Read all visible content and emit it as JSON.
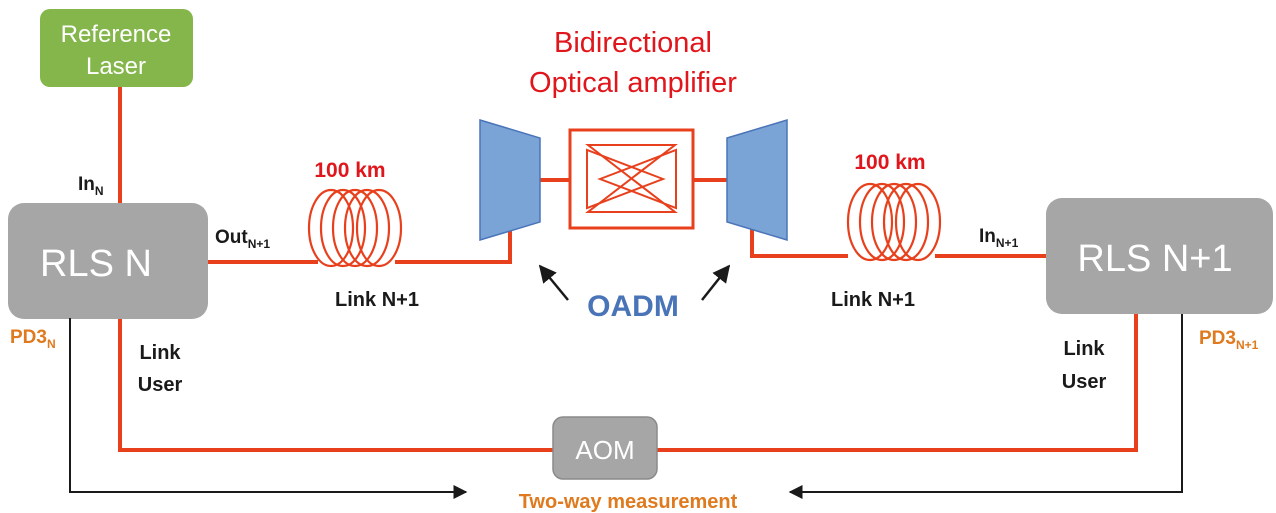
{
  "colors": {
    "fiber": "#e8401c",
    "rls_box": "#a6a6a6",
    "laser_box": "#84b64b",
    "oadm_blue": "#7aa3d6",
    "title_red": "#e0161c",
    "oadm_text": "#4a74b8",
    "pd_orange": "#e07a1e",
    "arrow": "#1a1a1a"
  },
  "reference_laser": {
    "line1": "Reference",
    "line2": "Laser"
  },
  "title": {
    "line1": "Bidirectional",
    "line2": "Optical amplifier"
  },
  "rls_n": {
    "label": "RLS N"
  },
  "rls_n1": {
    "label": "RLS N+1"
  },
  "aom": {
    "label": "AOM"
  },
  "oadm": {
    "label": "OADM"
  },
  "ports": {
    "in_n": {
      "main": "In",
      "sub": "N"
    },
    "out_n1": {
      "main": "Out",
      "sub": "N+1"
    },
    "in_n1": {
      "main": "In",
      "sub": "N+1"
    },
    "pd3_n": {
      "main": "PD3",
      "sub": "N"
    },
    "pd3_n1": {
      "main": "PD3",
      "sub": "N+1"
    }
  },
  "links": {
    "left_distance": "100 km",
    "right_distance": "100 km",
    "left_link": "Link N+1",
    "right_link": "Link N+1",
    "left_user_1": "Link",
    "left_user_2": "User",
    "right_user_1": "Link",
    "right_user_2": "User"
  },
  "measurement": {
    "label": "Two-way measurement"
  }
}
